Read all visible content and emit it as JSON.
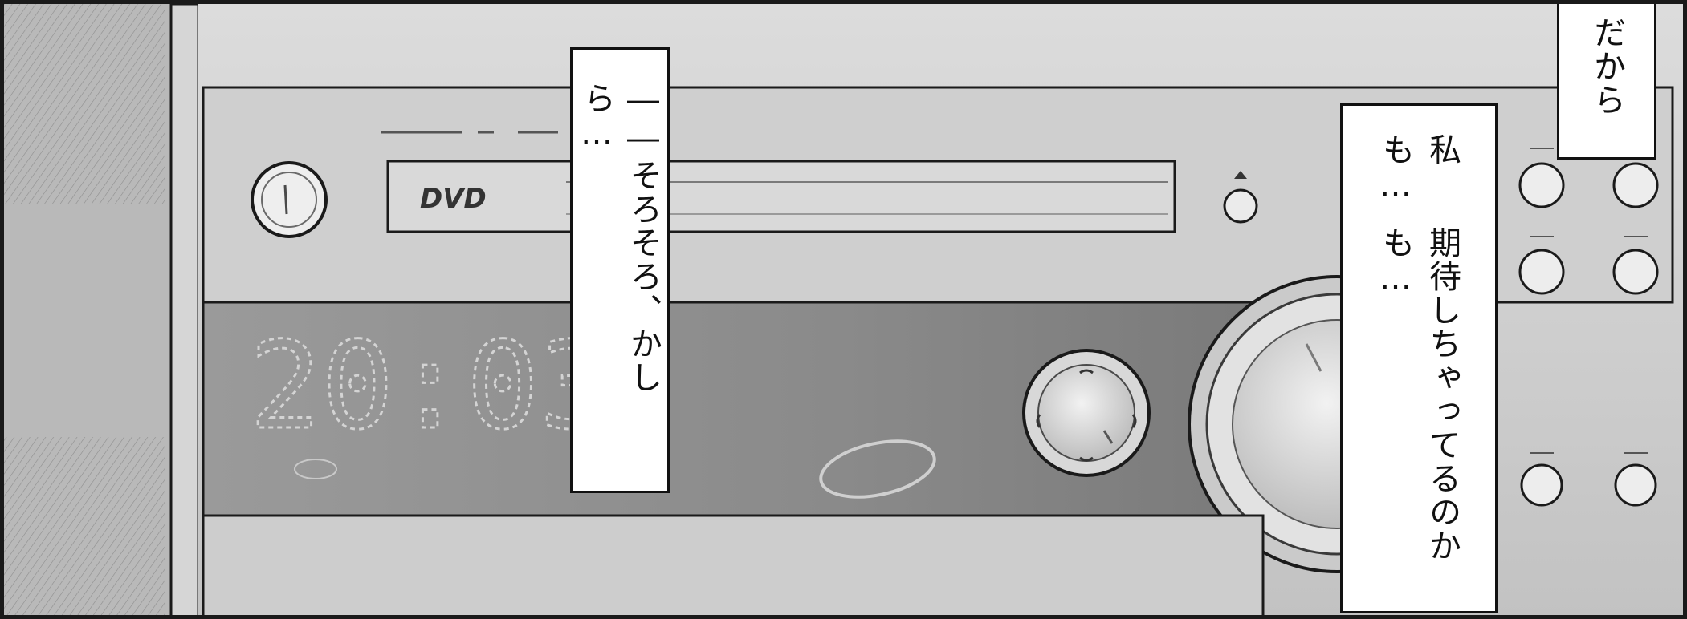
{
  "panel": {
    "display_time": "20:03",
    "disc_logo": "DVD"
  },
  "balloons": [
    {
      "text": "――そろそろ、かしら…"
    },
    {
      "text": "だから"
    },
    {
      "lines": [
        "私も…",
        "期待しちゃってるのかも…"
      ]
    }
  ],
  "colors": {
    "outline": "#1a1a1a",
    "metal_light": "#d8d8d8",
    "metal_mid": "#b8b8b8",
    "display_band": "#8e8e8e",
    "display_digits": "#d4d4d4"
  },
  "icons": [
    "power-button-icon",
    "eject-button-icon",
    "jog-dial-icon",
    "volume-knob-icon",
    "control-button-icon"
  ]
}
